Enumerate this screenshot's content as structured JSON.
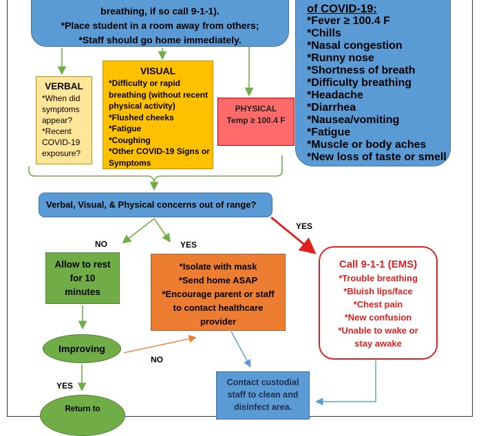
{
  "top_box": {
    "lines": [
      "breathing, if so call 9-1-1).",
      "*Place student in a room away from others;",
      "*Staff should go home immediately."
    ]
  },
  "symptoms": {
    "heading": "of COVID-19:",
    "items": [
      "*Fever ≥ 100.4 F",
      "*Chills",
      "*Nasal congestion",
      "*Runny nose",
      "*Shortness of breath",
      "*Difficulty breathing",
      "*Headache",
      "*Diarrhea",
      "*Nausea/vomiting",
      "*Fatigue",
      "*Muscle or body aches",
      "*New loss of taste or smell"
    ]
  },
  "verbal": {
    "title": "VERBAL",
    "lines": [
      "*When did",
      "symptoms",
      "appear?",
      "*Recent",
      "COVID-19",
      "exposure?"
    ]
  },
  "visual": {
    "title": "VISUAL",
    "lines": [
      "*Difficulty or rapid",
      "breathing (without recent",
      "physical activity)",
      "*Flushed cheeks",
      "*Fatigue",
      "*Coughing",
      "*Other COVID-19 Signs or",
      "Symptoms"
    ]
  },
  "physical": {
    "title": "PHYSICAL",
    "line": "Temp ≥ 100.4 F"
  },
  "question": "Verbal, Visual, & Physical concerns out of range?",
  "labels": {
    "no_left": "NO",
    "yes_mid": "YES",
    "yes_right": "YES",
    "no_improving": "NO",
    "yes_bottom": "YES"
  },
  "rest": {
    "lines": [
      "Allow to rest",
      "for 10",
      "minutes"
    ]
  },
  "isolate": {
    "lines": [
      "*Isolate with mask",
      "*Send home ASAP",
      "*Encourage parent or staff",
      "to contact healthcare",
      "provider"
    ]
  },
  "ems": {
    "title": "Call 9-1-1 (EMS)",
    "lines": [
      "*Trouble breathing",
      "*Bluish lips/face",
      "*Chest pain",
      "*New confusion",
      "*Unable to wake or",
      "stay awake"
    ]
  },
  "improving": "Improving",
  "custodial": {
    "lines": [
      "Contact custodial",
      "staff to clean and",
      "disinfect area."
    ]
  },
  "return_box": "Return to",
  "colors": {
    "blue": "#5b9bd5",
    "yellow": "#ffe699",
    "orange": "#ffc000",
    "red": "#ff6b6b",
    "green": "#70ad47",
    "dark_orange": "#ed7d31",
    "ems_red": "#e02020"
  }
}
